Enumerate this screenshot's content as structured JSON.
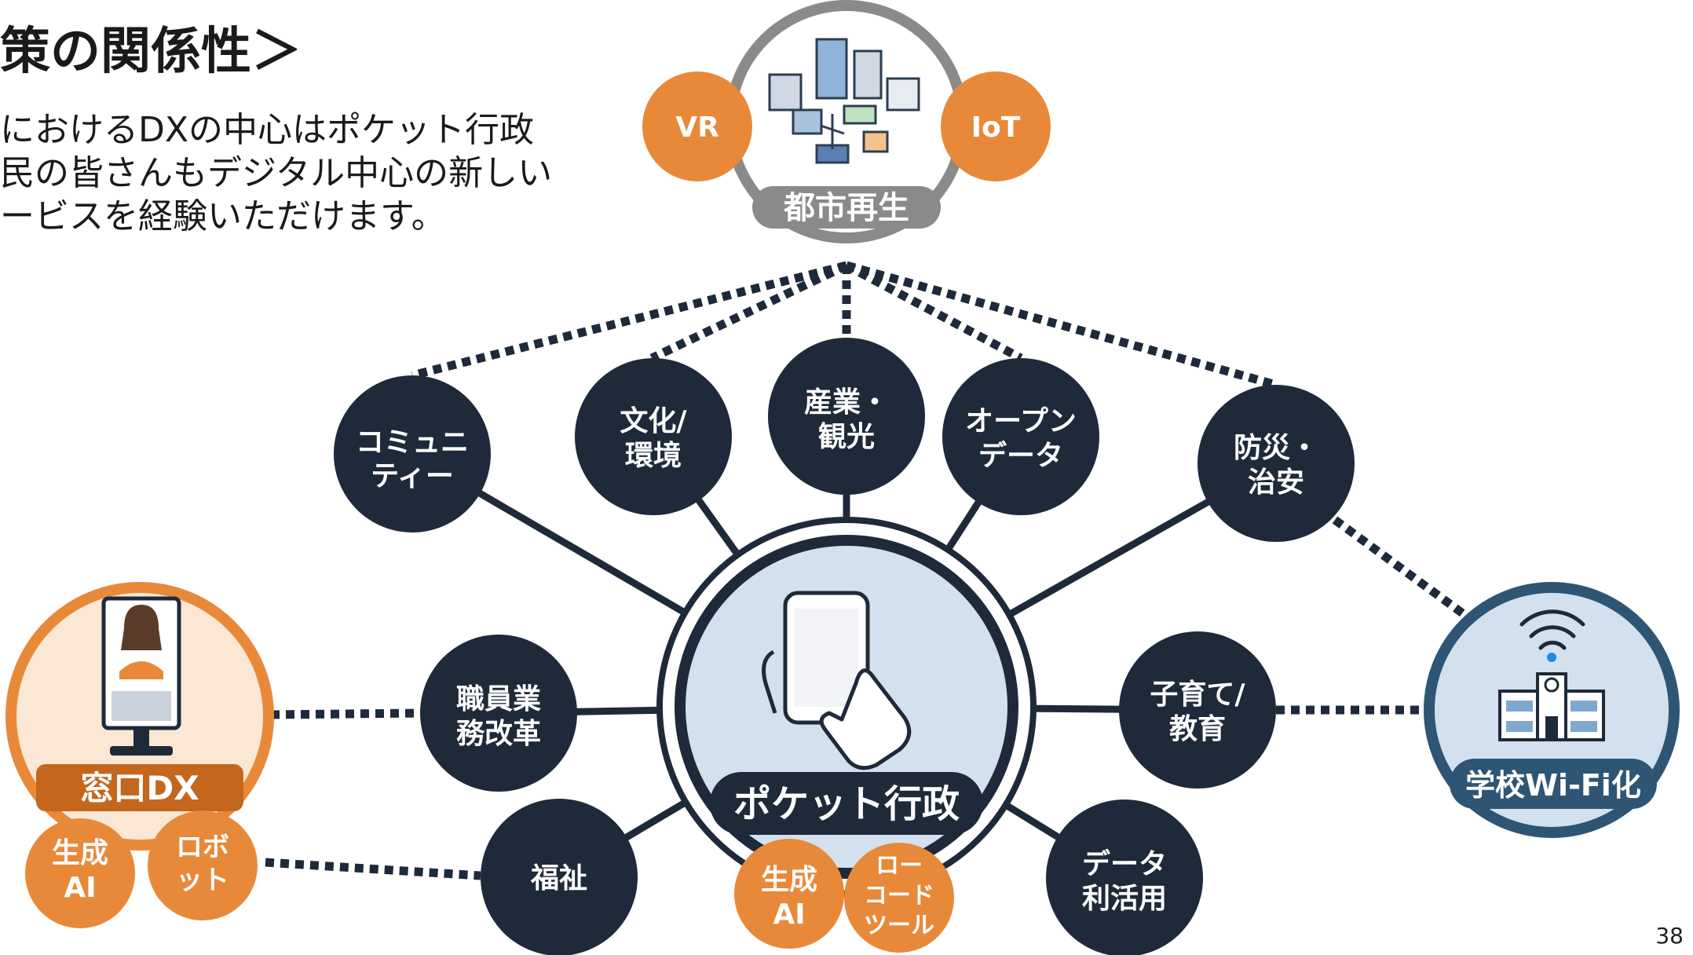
{
  "title": "策の関係性＞",
  "description": [
    "におけるDXの中心はポケット行政",
    "民の皆さんもデジタル中心の新しい",
    "ービスを経験いただけます。"
  ],
  "page_number": "38",
  "colors": {
    "navy": "#1e2a3a",
    "orange": "#e8893a",
    "light_blue": "#d3e1ef",
    "cream": "#fbe7d4",
    "gray": "#8a8a8a",
    "dark_orange": "#c4661c"
  },
  "center": {
    "label": "ポケット行政",
    "icon": "smartphone-tap-icon",
    "badges": [
      {
        "lines": [
          "生成",
          "AI"
        ]
      },
      {
        "lines": [
          "ロー",
          "コード",
          "ツール"
        ]
      }
    ]
  },
  "top_hub": {
    "label": "都市再生",
    "icon": "city-icon",
    "badges": [
      "VR",
      "IoT"
    ]
  },
  "left_hub": {
    "label": "窓口DX",
    "icon": "kiosk-receptionist-icon",
    "badges": [
      {
        "lines": [
          "生成",
          "AI"
        ]
      },
      {
        "lines": [
          "ロボ",
          "ット"
        ]
      }
    ]
  },
  "right_hub": {
    "label": "学校Wi-Fi化",
    "icon": "school-wifi-icon"
  },
  "nodes": [
    {
      "id": "community",
      "lines": [
        "コミュニ",
        "ティー"
      ]
    },
    {
      "id": "culture",
      "lines": [
        "文化/",
        "環境"
      ]
    },
    {
      "id": "industry",
      "lines": [
        "産業・",
        "観光"
      ]
    },
    {
      "id": "opendata",
      "lines": [
        "オープン",
        "データ"
      ]
    },
    {
      "id": "disaster",
      "lines": [
        "防災・",
        "治安"
      ]
    },
    {
      "id": "staff",
      "lines": [
        "職員業",
        "務改革"
      ]
    },
    {
      "id": "childcare",
      "lines": [
        "子育て/",
        "教育"
      ]
    },
    {
      "id": "welfare",
      "lines": [
        "福祉"
      ]
    },
    {
      "id": "datause",
      "lines": [
        "データ",
        "利活用"
      ]
    }
  ]
}
